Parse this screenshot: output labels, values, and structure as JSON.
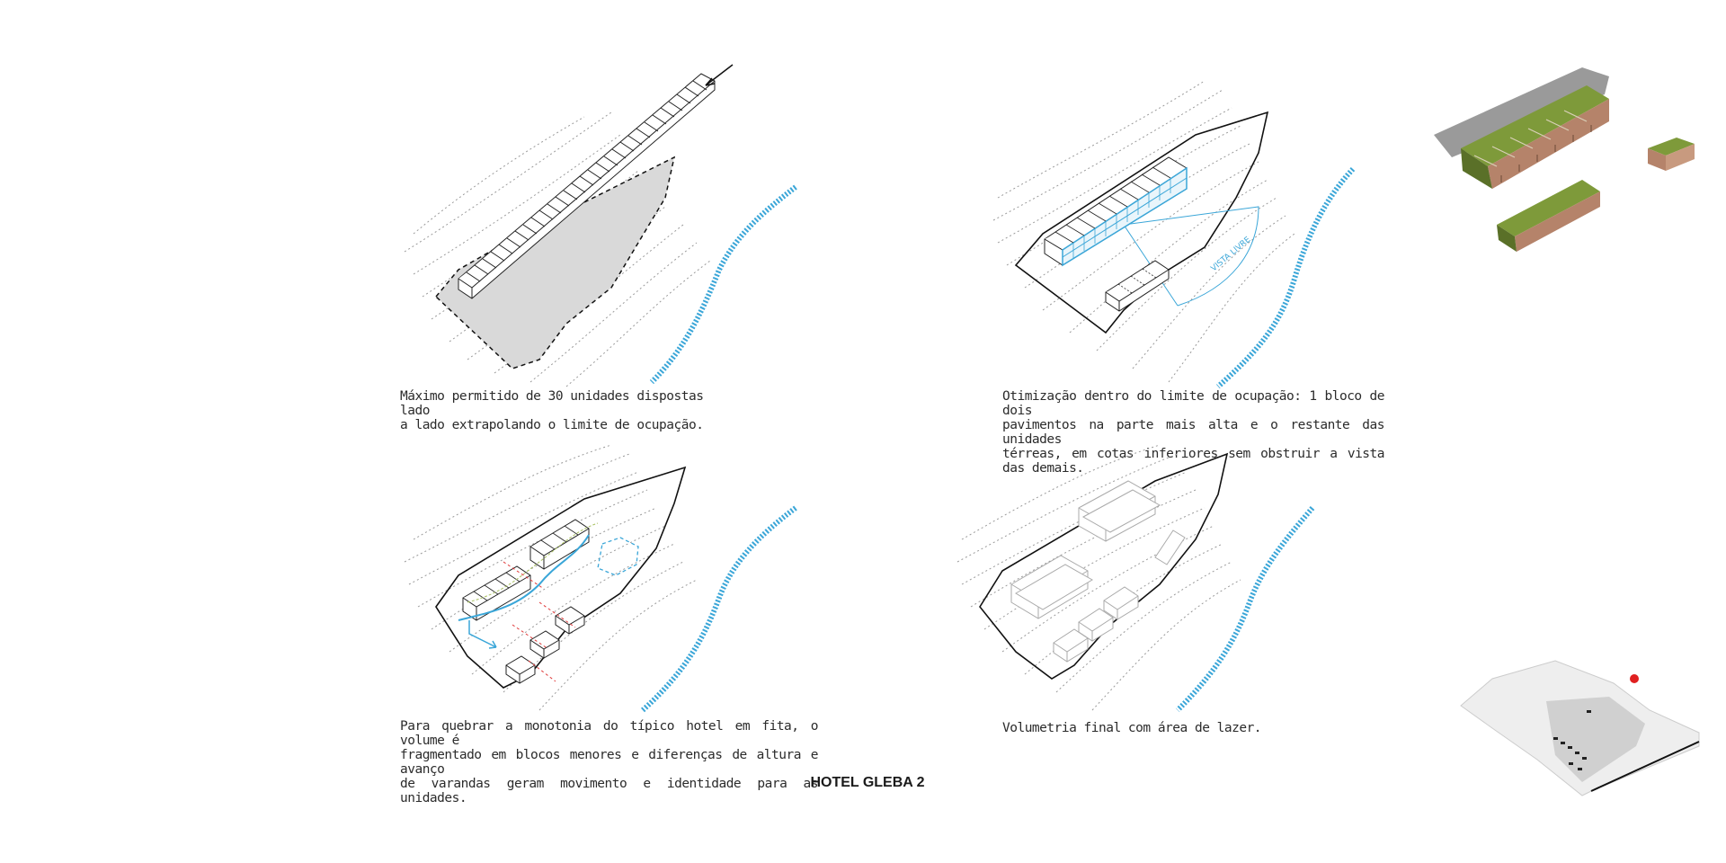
{
  "captions": {
    "c1": "Máximo permitido de 30 unidades dispostas lado\na lado extrapolando o limite de ocupação.",
    "c2": "Otimização dentro do limite de ocupação: 1 bloco de dois\npavimentos na parte mais alta e o restante das unidades\ntérreas, em cotas inferiores sem obstruir a vista das demais.",
    "c3": "Para quebrar a monotonia do típico hotel em fita, o volume é\nfragmentado em blocos menores e diferenças de altura e avanço\nde varandas geram movimento e identidade para as unidades.",
    "c4": "Volumetria final com área de lazer."
  },
  "labels": {
    "vista_livre": "VISTA LIVRE"
  },
  "title": "HOTEL GLEBA 2",
  "colors": {
    "river": "#3aa6d8",
    "occupation_fill": "#d9d9d9",
    "green_roof": "#7e9a3a",
    "wood": "#b5836a",
    "marker": "#e02020"
  }
}
